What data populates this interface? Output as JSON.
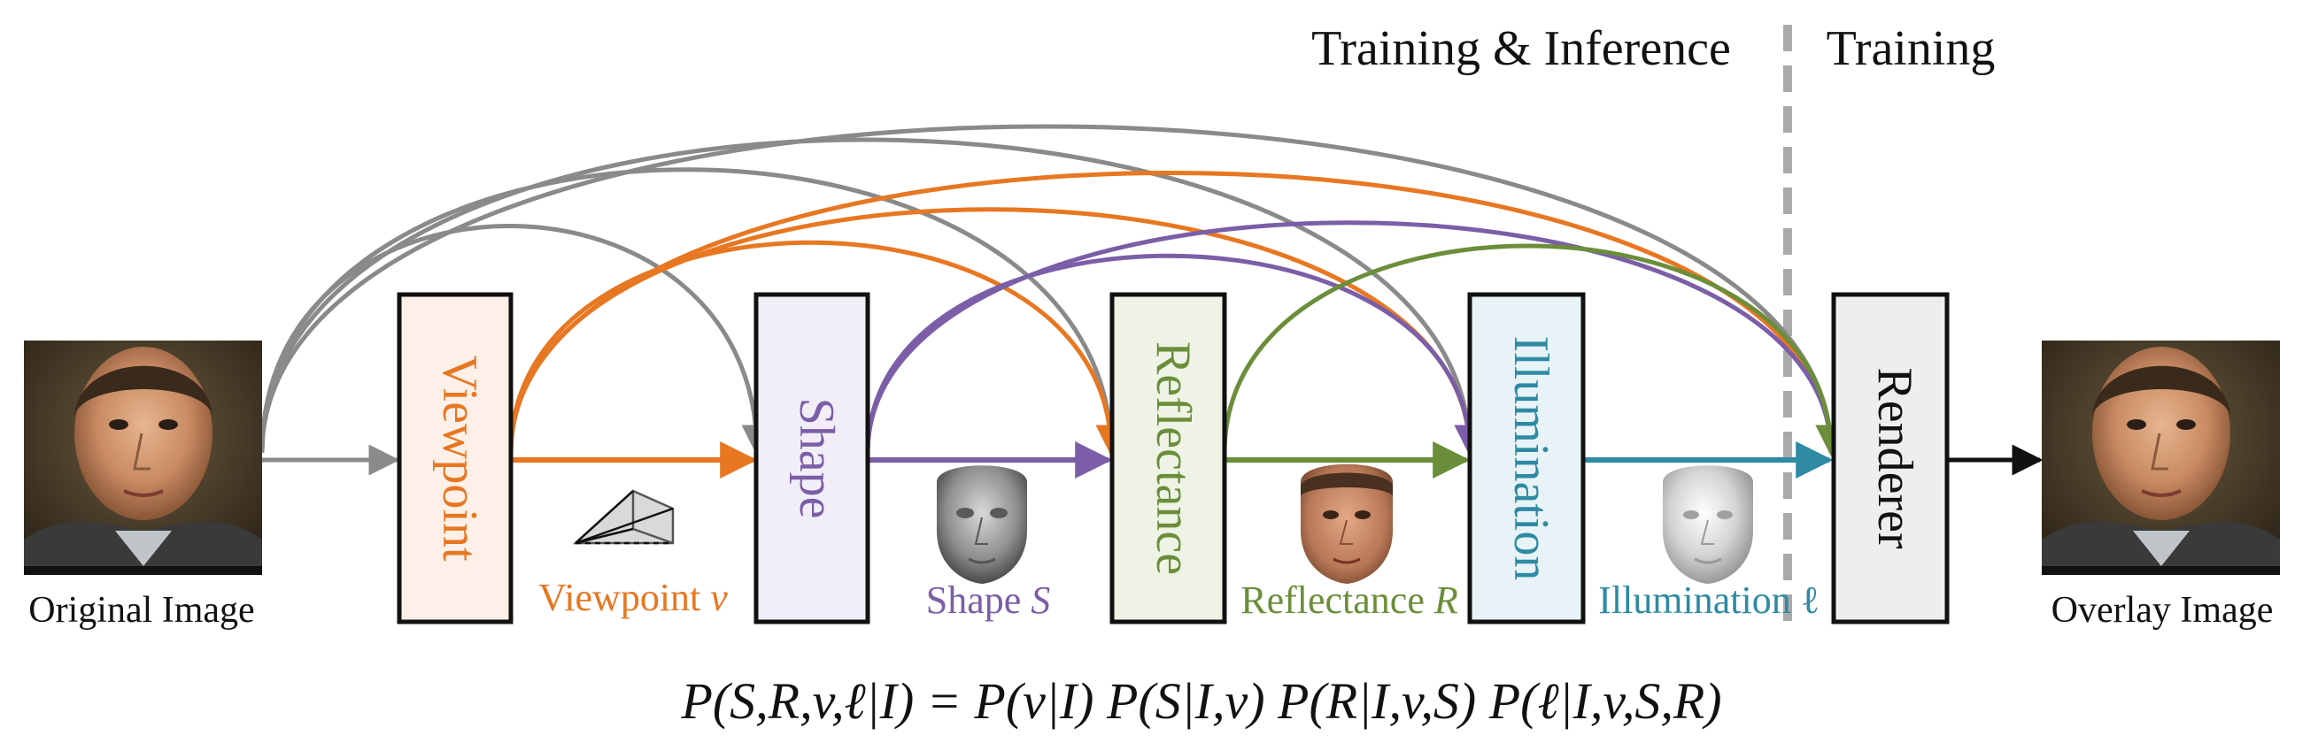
{
  "header": {
    "training_inference_label": "Training & Inference",
    "training_label": "Training"
  },
  "input_image": {
    "caption": "Original Image"
  },
  "output_image": {
    "caption": "Overlay Image"
  },
  "modules": [
    {
      "id": "viewpoint",
      "label": "Viewpoint",
      "color": "#e87722",
      "fill": "#fdf0e8"
    },
    {
      "id": "shape",
      "label": "Shape",
      "color": "#7b5ea7",
      "fill": "#f1eef8"
    },
    {
      "id": "reflectance",
      "label": "Reflectance",
      "color": "#6b8e3a",
      "fill": "#eef3e6"
    },
    {
      "id": "illumination",
      "label": "Illumination",
      "color": "#2f8aa3",
      "fill": "#e7f3f7"
    },
    {
      "id": "renderer",
      "label": "Renderer",
      "color": "#222222",
      "fill": "#eeeeee"
    }
  ],
  "outputs": [
    {
      "id": "viewpoint_out",
      "name": "Viewpoint",
      "symbol": "v",
      "color": "#e87722"
    },
    {
      "id": "shape_out",
      "name": "Shape",
      "symbol": "S",
      "color": "#7b5ea7"
    },
    {
      "id": "reflectance_out",
      "name": "Reflectance",
      "symbol": "R",
      "color": "#6b8e3a"
    },
    {
      "id": "illumination_out",
      "name": "Illumination",
      "symbol": "ℓ",
      "color": "#2f8aa3"
    }
  ],
  "equation": "P(S,R,v,ℓ|I) = P(v|I) P(S|I,v) P(R|I,v,S) P(ℓ|I,v,S,R)",
  "colors": {
    "gray_arrow": "#8a8a8a",
    "orange_arrow": "#e87722",
    "purple_arrow": "#7b5ea7",
    "green_arrow": "#6b8e3a",
    "teal_arrow": "#2f8aa3",
    "black_arrow": "#111111",
    "divider": "#aaaaaa"
  }
}
